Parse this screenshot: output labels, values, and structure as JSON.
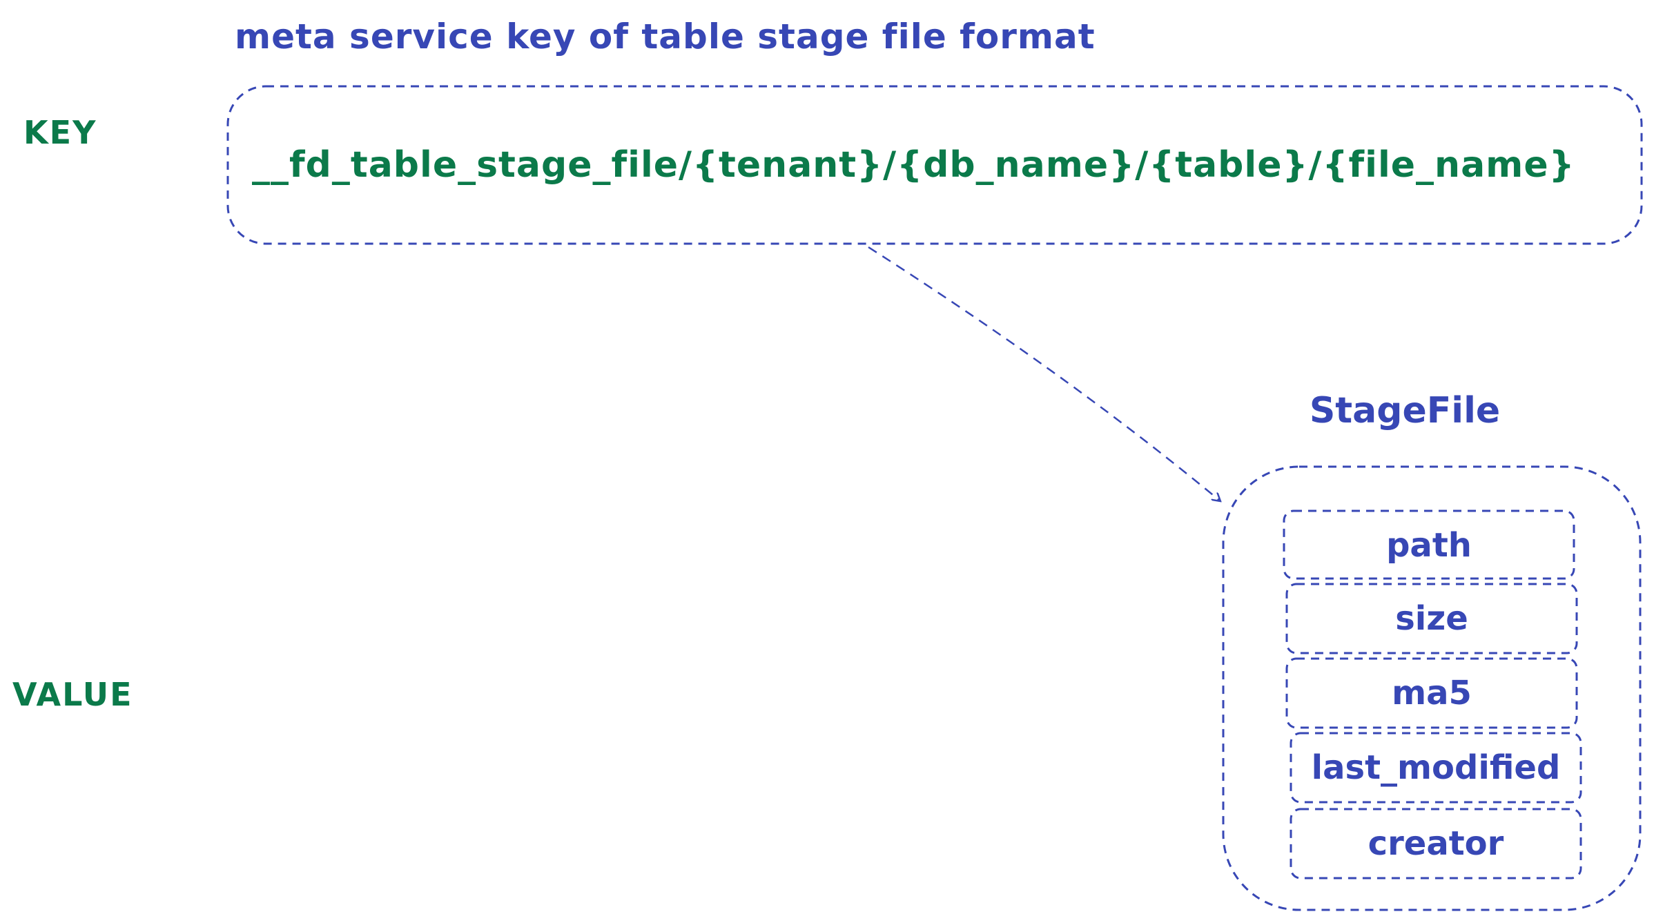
{
  "title": "meta service key of table stage file format",
  "labels": {
    "key": "KEY",
    "value": "VALUE"
  },
  "key_box": {
    "text": "__fd_table_stage_file/{tenant}/{db_name}/{table}/{file_name}"
  },
  "struct": {
    "name": "StageFile",
    "fields": [
      {
        "label": "path"
      },
      {
        "label": "size"
      },
      {
        "label": "ma5"
      },
      {
        "label": "last_modified"
      },
      {
        "label": "creator"
      }
    ]
  },
  "colors": {
    "text_blue": "#3747b5",
    "text_green": "#0b7a4a",
    "key_fill": "#8fc840",
    "struct_fill": "#26a0b0",
    "field_fill": "#e8c84a",
    "border": "#3747b5"
  }
}
